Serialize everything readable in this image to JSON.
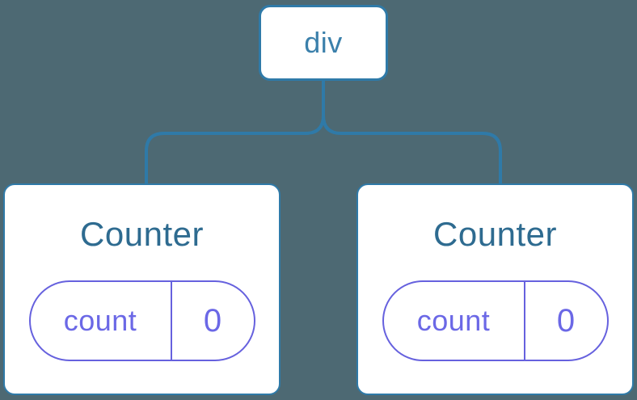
{
  "diagram": {
    "description": "React component tree: a div element with two Counter children, each holding its own count state",
    "colors": {
      "background": "#4d6973",
      "node_border": "#2f7aa8",
      "node_fill": "#ffffff",
      "root_label": "#3b80ab",
      "child_label": "#2e6b90",
      "state_border": "#6661de",
      "state_text": "#6b68e6"
    },
    "root": {
      "label": "div"
    },
    "children": [
      {
        "title": "Counter",
        "state": {
          "key": "count",
          "value": "0"
        }
      },
      {
        "title": "Counter",
        "state": {
          "key": "count",
          "value": "0"
        }
      }
    ]
  }
}
